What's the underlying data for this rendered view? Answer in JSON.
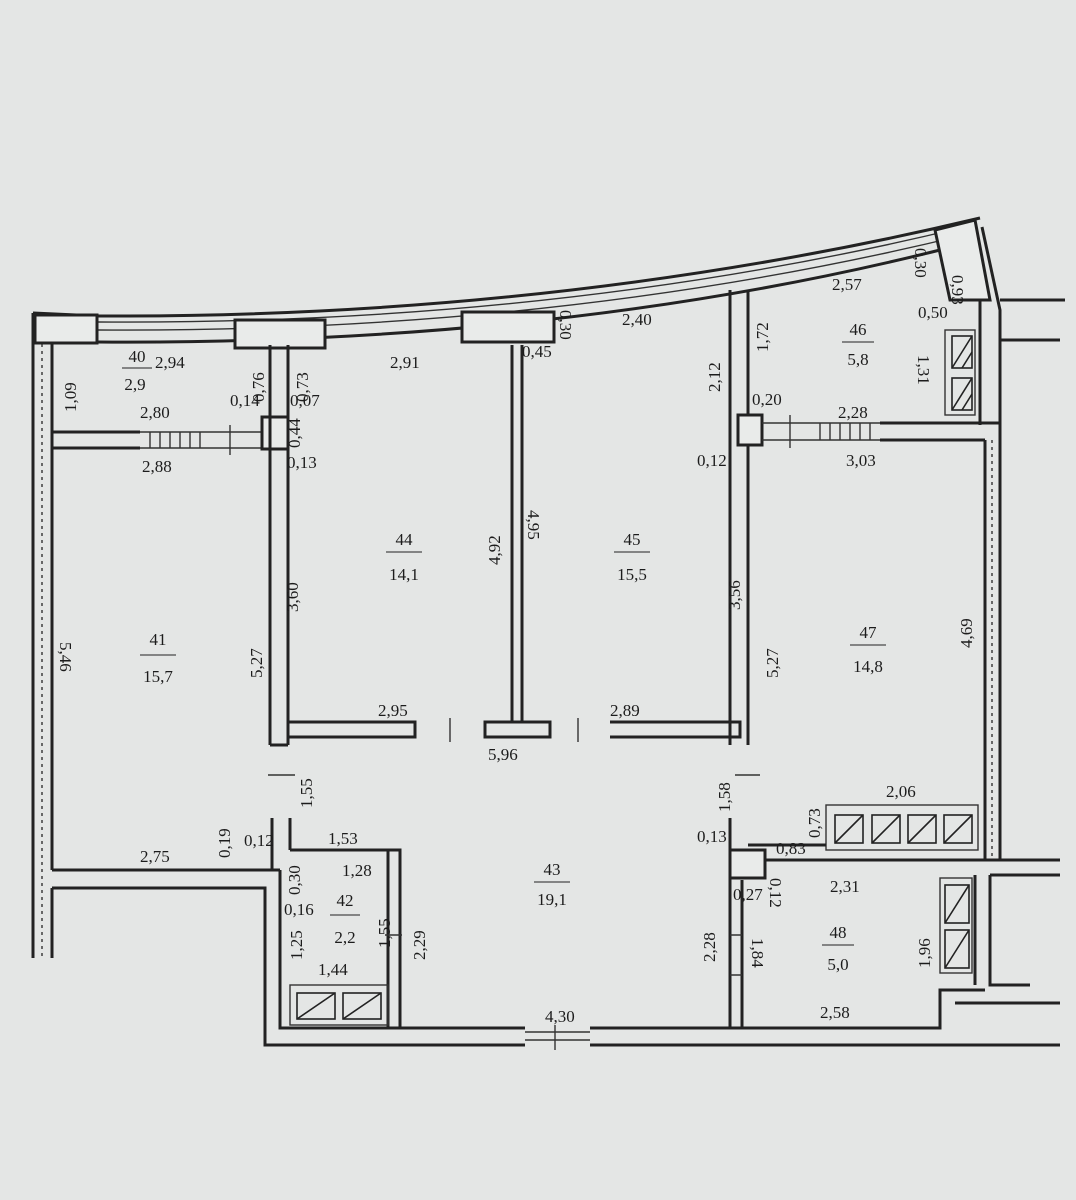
{
  "rooms": [
    {
      "no": "40",
      "area": "2,9"
    },
    {
      "no": "41",
      "area": "15,7"
    },
    {
      "no": "42",
      "area": "2,2"
    },
    {
      "no": "43",
      "area": "19,1"
    },
    {
      "no": "44",
      "area": "14,1"
    },
    {
      "no": "45",
      "area": "15,5"
    },
    {
      "no": "46",
      "area": "5,8"
    },
    {
      "no": "47",
      "area": "14,8"
    },
    {
      "no": "48",
      "area": "5,0"
    }
  ],
  "dims": [
    "2,94",
    "1,09",
    "0,76",
    "0,73",
    "0,14",
    "0,07",
    "2,80",
    "0,44",
    "0,13",
    "2,88",
    "2,91",
    "0,30",
    "0,45",
    "2,40",
    "2,57",
    "0,30",
    "0,93",
    "0,50",
    "1,72",
    "2,12",
    "0,20",
    "2,28",
    "1,31",
    "0,12",
    "3,03",
    "3,60",
    "5,27",
    "4,92",
    "4,95",
    "3,56",
    "5,27",
    "4,69",
    "5,46",
    "2,95",
    "2,89",
    "5,96",
    "1,55",
    "1,58",
    "2,06",
    "0,73",
    "0,83",
    "0,13",
    "2,75",
    "0,19",
    "0,12",
    "1,53",
    "1,28",
    "0,30",
    "0,16",
    "1,25",
    "1,55",
    "2,29",
    "1,44",
    "0,27",
    "0,12",
    "2,31",
    "2,28",
    "1,84",
    "1,96",
    "2,58",
    "4,30"
  ]
}
